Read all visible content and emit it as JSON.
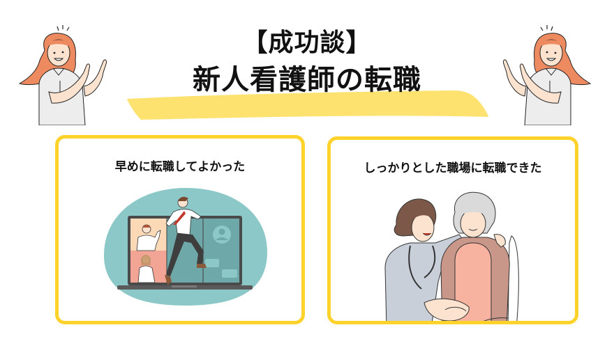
{
  "header": {
    "title_line1": "【成功談】",
    "title_line2": "新人看護師の転職",
    "underline_color": "#FEE270"
  },
  "decorations": {
    "left_mascot": "woman-pointing-right-illustration",
    "right_mascot": "woman-pointing-left-illustration"
  },
  "cards": [
    {
      "title": "早めに転職してよかった",
      "illustration": "man-leaping-out-of-laptop-video-call-illustration",
      "border_color": "#FCD22B",
      "blob_color": "#8CC8C8"
    },
    {
      "title": "しっかりとした職場に転職できた",
      "illustration": "nurse-hugging-elderly-woman-illustration",
      "border_color": "#FCD22B"
    }
  ]
}
